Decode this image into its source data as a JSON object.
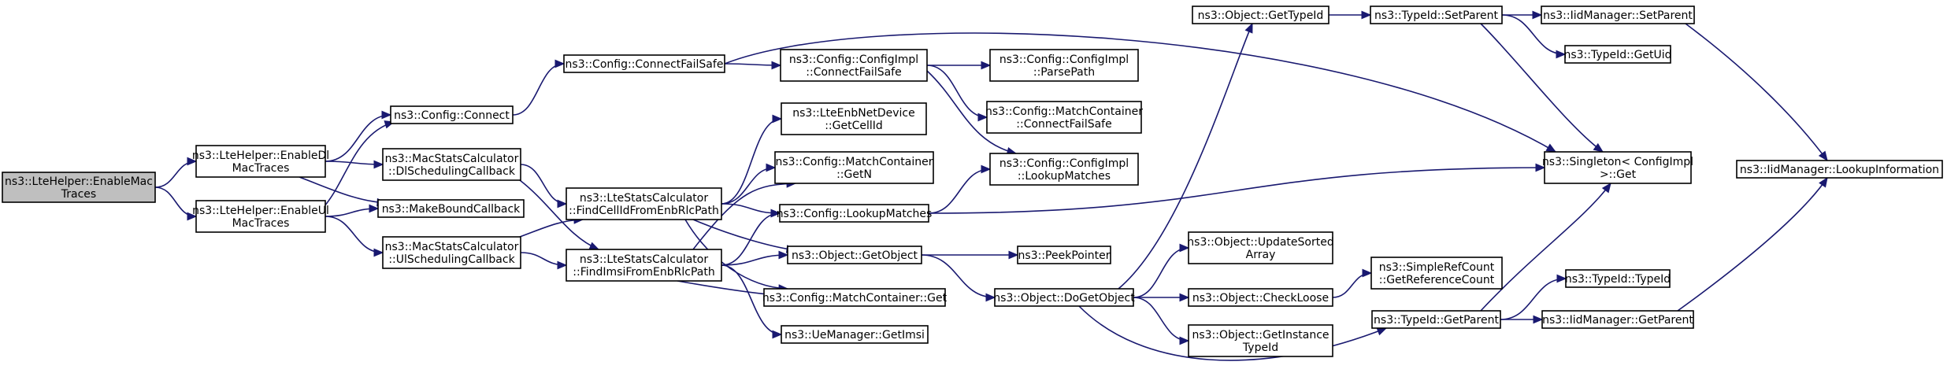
{
  "colors": {
    "root_fill": "#bfbfbf",
    "node_fill": "#ffffff",
    "border": "#000000",
    "edge": "#191970"
  },
  "nodes": [
    {
      "id": "root",
      "lines": [
        "ns3::LteHelper::EnableMac",
        "Traces"
      ],
      "root": true
    },
    {
      "id": "enDl",
      "lines": [
        "ns3::LteHelper::EnableDl",
        "MacTraces"
      ]
    },
    {
      "id": "enUl",
      "lines": [
        "ns3::LteHelper::EnableUl",
        "MacTraces"
      ]
    },
    {
      "id": "cfgConnect",
      "lines": [
        "ns3::Config::Connect"
      ]
    },
    {
      "id": "dlSched",
      "lines": [
        "ns3::MacStatsCalculator",
        "::DlSchedulingCallback"
      ]
    },
    {
      "id": "mkBound",
      "lines": [
        "ns3::MakeBoundCallback"
      ]
    },
    {
      "id": "ulSched",
      "lines": [
        "ns3::MacStatsCalculator",
        "::UlSchedulingCallback"
      ]
    },
    {
      "id": "cfgConnFS",
      "lines": [
        "ns3::Config::ConnectFailSafe"
      ]
    },
    {
      "id": "findCell",
      "lines": [
        "ns3::LteStatsCalculator",
        "::FindCellIdFromEnbRlcPath"
      ]
    },
    {
      "id": "findImsi",
      "lines": [
        "ns3::LteStatsCalculator",
        "::FindImsiFromEnbRlcPath"
      ]
    },
    {
      "id": "implConnFS",
      "lines": [
        "ns3::Config::ConfigImpl",
        "::ConnectFailSafe"
      ]
    },
    {
      "id": "getCellId",
      "lines": [
        "ns3::LteEnbNetDevice",
        "::GetCellId"
      ]
    },
    {
      "id": "mcGetN",
      "lines": [
        "ns3::Config::MatchContainer",
        "::GetN"
      ]
    },
    {
      "id": "lookupMatches",
      "lines": [
        "ns3::Config::LookupMatches"
      ]
    },
    {
      "id": "getObject",
      "lines": [
        "ns3::Object::GetObject"
      ]
    },
    {
      "id": "mcGet",
      "lines": [
        "ns3::Config::MatchContainer::Get"
      ]
    },
    {
      "id": "getImsi",
      "lines": [
        "ns3::UeManager::GetImsi"
      ]
    },
    {
      "id": "parsePath",
      "lines": [
        "ns3::Config::ConfigImpl",
        "::ParsePath"
      ]
    },
    {
      "id": "mcConnFS",
      "lines": [
        "ns3::Config::MatchContainer",
        "::ConnectFailSafe"
      ]
    },
    {
      "id": "implLookup",
      "lines": [
        "ns3::Config::ConfigImpl",
        "::LookupMatches"
      ]
    },
    {
      "id": "peekPtr",
      "lines": [
        "ns3::PeekPointer"
      ]
    },
    {
      "id": "doGetObject",
      "lines": [
        "ns3::Object::DoGetObject"
      ]
    },
    {
      "id": "getTypeIdObj",
      "lines": [
        "ns3::Object::GetTypeId"
      ]
    },
    {
      "id": "updSorted",
      "lines": [
        "ns3::Object::UpdateSorted",
        "Array"
      ]
    },
    {
      "id": "checkLoose",
      "lines": [
        "ns3::Object::CheckLoose"
      ]
    },
    {
      "id": "getInstTid",
      "lines": [
        "ns3::Object::GetInstance",
        "TypeId"
      ]
    },
    {
      "id": "refCount",
      "lines": [
        "ns3::SimpleRefCount",
        "::GetReferenceCount"
      ]
    },
    {
      "id": "setParent",
      "lines": [
        "ns3::TypeId::SetParent"
      ]
    },
    {
      "id": "tidGetParent",
      "lines": [
        "ns3::TypeId::GetParent"
      ]
    },
    {
      "id": "idmSetParent",
      "lines": [
        "ns3::IidManager::SetParent"
      ]
    },
    {
      "id": "getUid",
      "lines": [
        "ns3::TypeId::GetUid"
      ]
    },
    {
      "id": "singletonGet",
      "lines": [
        "ns3::Singleton< ConfigImpl",
        " >::Get"
      ]
    },
    {
      "id": "typeIdCtor",
      "lines": [
        "ns3::TypeId::TypeId"
      ]
    },
    {
      "id": "idmGetParent",
      "lines": [
        "ns3::IidManager::GetParent"
      ]
    },
    {
      "id": "lookupInfo",
      "lines": [
        "ns3::IidManager::LookupInformation"
      ]
    }
  ],
  "edges": [
    {
      "from": "root",
      "to": "enDl"
    },
    {
      "from": "root",
      "to": "enUl"
    },
    {
      "from": "enDl",
      "to": "cfgConnect"
    },
    {
      "from": "enDl",
      "to": "dlSched"
    },
    {
      "from": "enDl",
      "to": "mkBound"
    },
    {
      "from": "enUl",
      "to": "cfgConnect"
    },
    {
      "from": "enUl",
      "to": "mkBound"
    },
    {
      "from": "enUl",
      "to": "ulSched"
    },
    {
      "from": "cfgConnect",
      "to": "cfgConnFS"
    },
    {
      "from": "cfgConnFS",
      "to": "implConnFS"
    },
    {
      "from": "cfgConnFS",
      "to": "singletonGet"
    },
    {
      "from": "implConnFS",
      "to": "parsePath"
    },
    {
      "from": "implConnFS",
      "to": "mcConnFS"
    },
    {
      "from": "implConnFS",
      "to": "implLookup"
    },
    {
      "from": "dlSched",
      "to": "findCell"
    },
    {
      "from": "dlSched",
      "to": "findImsi"
    },
    {
      "from": "ulSched",
      "to": "findCell"
    },
    {
      "from": "ulSched",
      "to": "findImsi"
    },
    {
      "from": "findCell",
      "to": "getCellId"
    },
    {
      "from": "findCell",
      "to": "mcGetN"
    },
    {
      "from": "findCell",
      "to": "lookupMatches"
    },
    {
      "from": "findCell",
      "to": "getObject"
    },
    {
      "from": "findCell",
      "to": "mcGet"
    },
    {
      "from": "findImsi",
      "to": "mcGetN"
    },
    {
      "from": "findImsi",
      "to": "lookupMatches"
    },
    {
      "from": "findImsi",
      "to": "getObject"
    },
    {
      "from": "findImsi",
      "to": "mcGet"
    },
    {
      "from": "findImsi",
      "to": "getImsi"
    },
    {
      "from": "lookupMatches",
      "to": "implLookup"
    },
    {
      "from": "lookupMatches",
      "to": "singletonGet"
    },
    {
      "from": "getObject",
      "to": "peekPtr"
    },
    {
      "from": "getObject",
      "to": "doGetObject"
    },
    {
      "from": "doGetObject",
      "to": "getTypeIdObj"
    },
    {
      "from": "doGetObject",
      "to": "updSorted"
    },
    {
      "from": "doGetObject",
      "to": "checkLoose"
    },
    {
      "from": "doGetObject",
      "to": "getInstTid"
    },
    {
      "from": "doGetObject",
      "to": "tidGetParent"
    },
    {
      "from": "checkLoose",
      "to": "refCount"
    },
    {
      "from": "getTypeIdObj",
      "to": "setParent"
    },
    {
      "from": "setParent",
      "to": "idmSetParent"
    },
    {
      "from": "setParent",
      "to": "getUid"
    },
    {
      "from": "setParent",
      "to": "singletonGet"
    },
    {
      "from": "tidGetParent",
      "to": "singletonGet"
    },
    {
      "from": "tidGetParent",
      "to": "typeIdCtor"
    },
    {
      "from": "tidGetParent",
      "to": "idmGetParent"
    },
    {
      "from": "idmSetParent",
      "to": "lookupInfo"
    },
    {
      "from": "idmGetParent",
      "to": "lookupInfo"
    }
  ]
}
